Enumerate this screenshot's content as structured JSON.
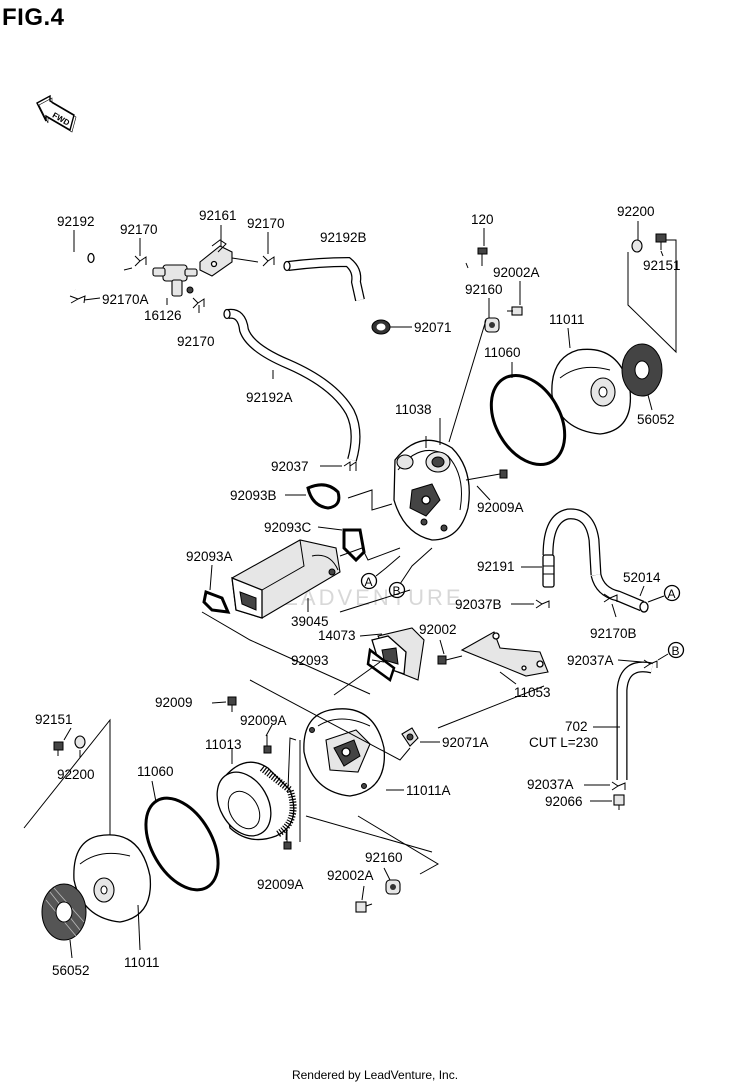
{
  "figure_title": "FIG.4",
  "fwd_label": "FWD",
  "footer": "Rendered by LeadVenture, Inc.",
  "watermark": "LEADVENTURE",
  "callouts": {
    "A": "A",
    "B": "B"
  },
  "part_labels": {
    "p92192": "92192",
    "p92170_a": "92170",
    "p92161": "92161",
    "p92170_b": "92170",
    "p92192B": "92192B",
    "p92170A": "92170A",
    "p16126": "16126",
    "p92170_c": "92170",
    "p92071": "92071",
    "p92192A": "92192A",
    "p120": "120",
    "p92002A_top": "92002A",
    "p92160_top": "92160",
    "p92200_top": "92200",
    "p92151_top": "92151",
    "p11011_top": "11011",
    "p11060_top": "11060",
    "p56052_top": "56052",
    "p11038": "11038",
    "p92037": "92037",
    "p92093B": "92093B",
    "p92009A_mid": "92009A",
    "p92093C": "92093C",
    "p92093A": "92093A",
    "p39045": "39045",
    "p92191": "92191",
    "p52014": "52014",
    "p92037B": "92037B",
    "p92170B": "92170B",
    "p14073": "14073",
    "p92002": "92002",
    "p92093": "92093",
    "p92037A_a": "92037A",
    "p11053": "11053",
    "p92009": "92009",
    "p92151_bot": "92151",
    "p92200_bot": "92200",
    "p92009A_a": "92009A",
    "p11013": "11013",
    "p92071A": "92071A",
    "p702": "702",
    "p702_cut": "CUT L=230",
    "p11060_bot": "11060",
    "p11011A": "11011A",
    "p92037A_b": "92037A",
    "p92066": "92066",
    "p92160_bot": "92160",
    "p92002A_bot": "92002A",
    "p92009A_b": "92009A",
    "p56052_bot": "56052",
    "p11011_bot": "11011"
  }
}
